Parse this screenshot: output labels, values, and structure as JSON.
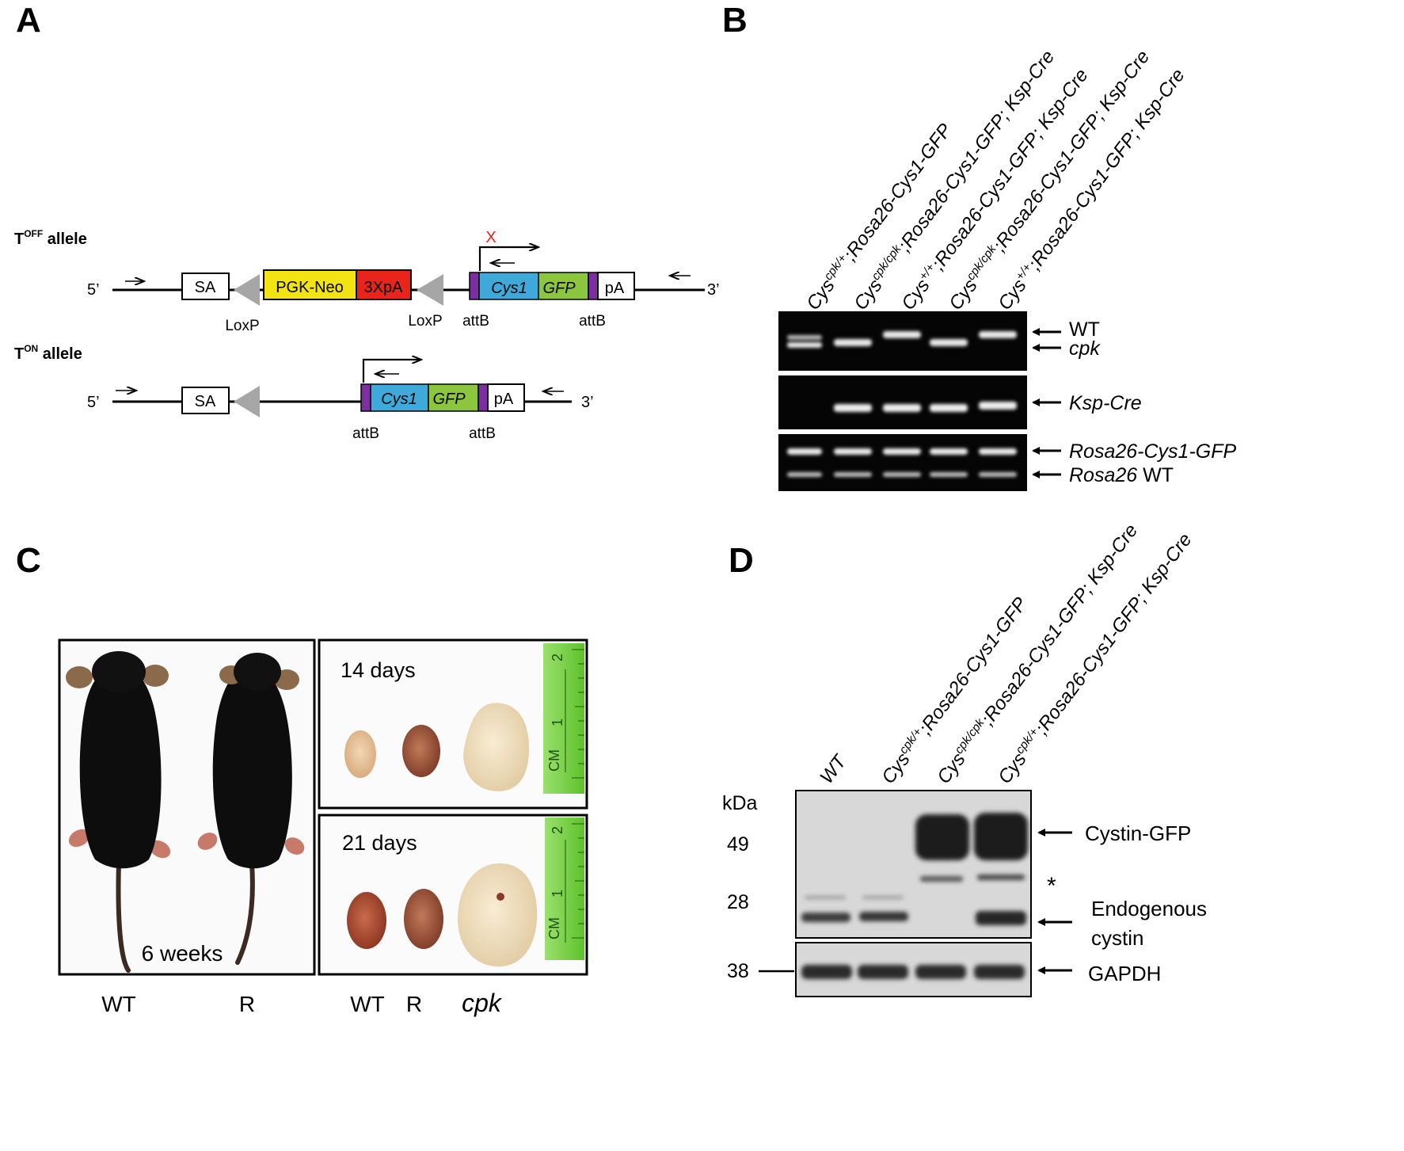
{
  "panels": {
    "a": "A",
    "b": "B",
    "c": "C",
    "d": "D"
  },
  "panel_a": {
    "toff_title": {
      "prefix": "T",
      "sup": "OFF",
      "suffix": " allele"
    },
    "ton_title": {
      "prefix": "T",
      "sup": "ON",
      "suffix": " allele"
    },
    "five_prime": "5’",
    "three_prime": "3’",
    "sa": "SA",
    "pgk_neo": "PGK-Neo",
    "xpa": "3XpA",
    "cys1": "Cys1",
    "gfp": "GFP",
    "pa": "pA",
    "loxp": "LoxP",
    "attb": "attB",
    "x_mark": "X",
    "colors": {
      "pgk_neo": "#f2e312",
      "xpa": "#e8241c",
      "cys1": "#3fa9d9",
      "gfp": "#8cc63f",
      "attb_box": "#7b2fa0",
      "loxp": "#a6a6a6",
      "x_mark": "#e8241c"
    }
  },
  "panel_b": {
    "lanes": [
      {
        "pre": "Cys",
        "sup": "cpk/+",
        "post": ";Rosa26-Cys1-GFP"
      },
      {
        "pre": "Cys",
        "sup": "cpk/cpk",
        "post": ";Rosa26-Cys1-GFP; Ksp-Cre"
      },
      {
        "pre": "Cys",
        "sup": "+/+",
        "post": ";Rosa26-Cys1-GFP; Ksp-Cre"
      },
      {
        "pre": "Cys",
        "sup": "cpk/cpk",
        "post": ";Rosa26-Cys1-GFP; Ksp-Cre"
      },
      {
        "pre": "Cys",
        "sup": "+/+",
        "post": ";Rosa26-Cys1-GFP; Ksp-Cre"
      }
    ],
    "band_labels": {
      "wt": "WT",
      "cpk": "cpk",
      "ksp_cre": "Ksp-Cre",
      "rosa_cys1_gfp": "Rosa26-Cys1-GFP",
      "rosa_wt_italic": "Rosa26",
      "rosa_wt_plain": " WT"
    }
  },
  "panel_c": {
    "six_weeks": "6 weeks",
    "fourteen_days": "14 days",
    "twentyone_days": "21 days",
    "mouse_labels": [
      "WT",
      "R"
    ],
    "kidney_labels": [
      "WT",
      "R",
      "cpk"
    ],
    "ruler_text": "CM",
    "ruler_ticks": [
      "1",
      "2"
    ]
  },
  "panel_d": {
    "lanes": [
      {
        "pre": "WT",
        "sup": "",
        "post": ""
      },
      {
        "pre": "Cys",
        "sup": "cpk/+",
        "post": ";Rosa26-Cys1-GFP"
      },
      {
        "pre": "Cys",
        "sup": "cpk/cpk",
        "post": ";Rosa26-Cys1-GFP; Ksp-Cre"
      },
      {
        "pre": "Cys",
        "sup": "cpk/+",
        "post": ";Rosa26-Cys1-GFP; Ksp-Cre"
      }
    ],
    "kda": "kDa",
    "markers": [
      "49",
      "28",
      "38"
    ],
    "band_labels": {
      "cystin_gfp": "Cystin-GFP",
      "asterisk": "*",
      "endogenous": "Endogenous",
      "cystin": "cystin",
      "gapdh": "GAPDH"
    }
  }
}
